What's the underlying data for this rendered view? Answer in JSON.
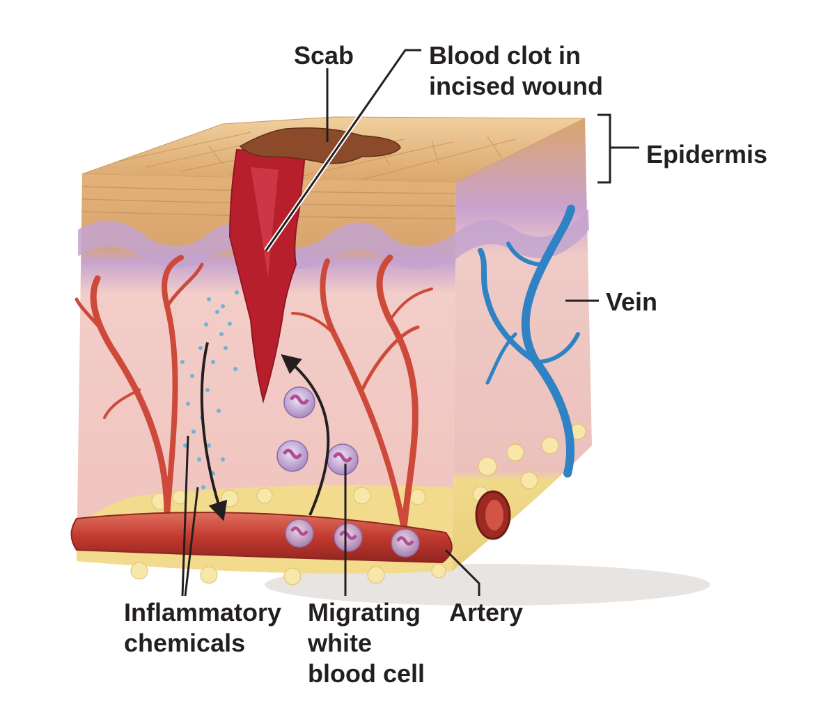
{
  "labels": {
    "scab": "Scab",
    "blood_clot": [
      "Blood clot in",
      "incised wound"
    ],
    "epidermis": "Epidermis",
    "vein": "Vein",
    "inflammatory": [
      "Inflammatory",
      "chemicals"
    ],
    "migrating": [
      "Migrating",
      "white",
      "blood cell"
    ],
    "artery": "Artery"
  },
  "colors": {
    "epidermis_top": "#e2b57e",
    "dermis": "#f2c9c4",
    "basal_layer": "#b99ac8",
    "fat": "#f2dc8a",
    "clot": "#b8202e",
    "scab": "#8b4a2a",
    "artery": "#c8473a",
    "vein": "#2a7ec0",
    "chemicals": "#6fb3d8",
    "wbc": "#b78bc6",
    "leader_line": "#231f20"
  }
}
